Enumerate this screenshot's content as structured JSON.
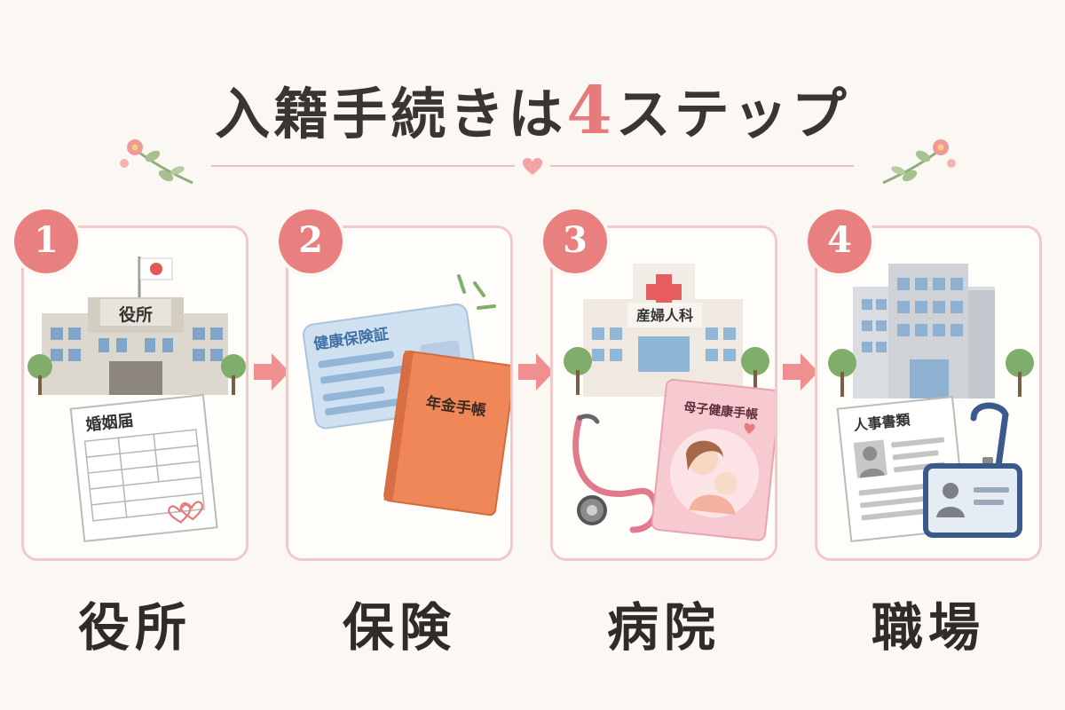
{
  "title": {
    "prefix": "入籍手続きは",
    "number": "4",
    "suffix": "ステップ"
  },
  "steps": [
    {
      "number": "1",
      "label": "役所",
      "building_sign": "役所",
      "document": "婚姻届"
    },
    {
      "number": "2",
      "label": "保険",
      "card_text": "健康保険証",
      "book_text": "年金手帳"
    },
    {
      "number": "3",
      "label": "病院",
      "building_sign": "産婦人科",
      "book_text": "母子健康手帳"
    },
    {
      "number": "4",
      "label": "職場",
      "document": "人事書類"
    }
  ],
  "colors": {
    "accent": "#e88080",
    "border": "#f2c9c9",
    "background": "#fbf8f3"
  }
}
